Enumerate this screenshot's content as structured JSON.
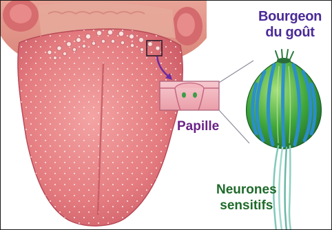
{
  "labels": {
    "taste_bud": {
      "line1": "Bourgeon",
      "line2": "du goût"
    },
    "papilla": "Papille",
    "neurons": {
      "line1": "Neurones",
      "line2": "sensitifs"
    }
  },
  "colors": {
    "taste_bud_label": "#4a2a96",
    "papilla_label": "#6a2386",
    "neurons_label": "#1f6a2a",
    "tongue": "#e98b8e",
    "taste_bud_body": "#3fa63a",
    "taste_bud_stripes": "#2b8fd0",
    "nerve": "#7fc9b8"
  }
}
